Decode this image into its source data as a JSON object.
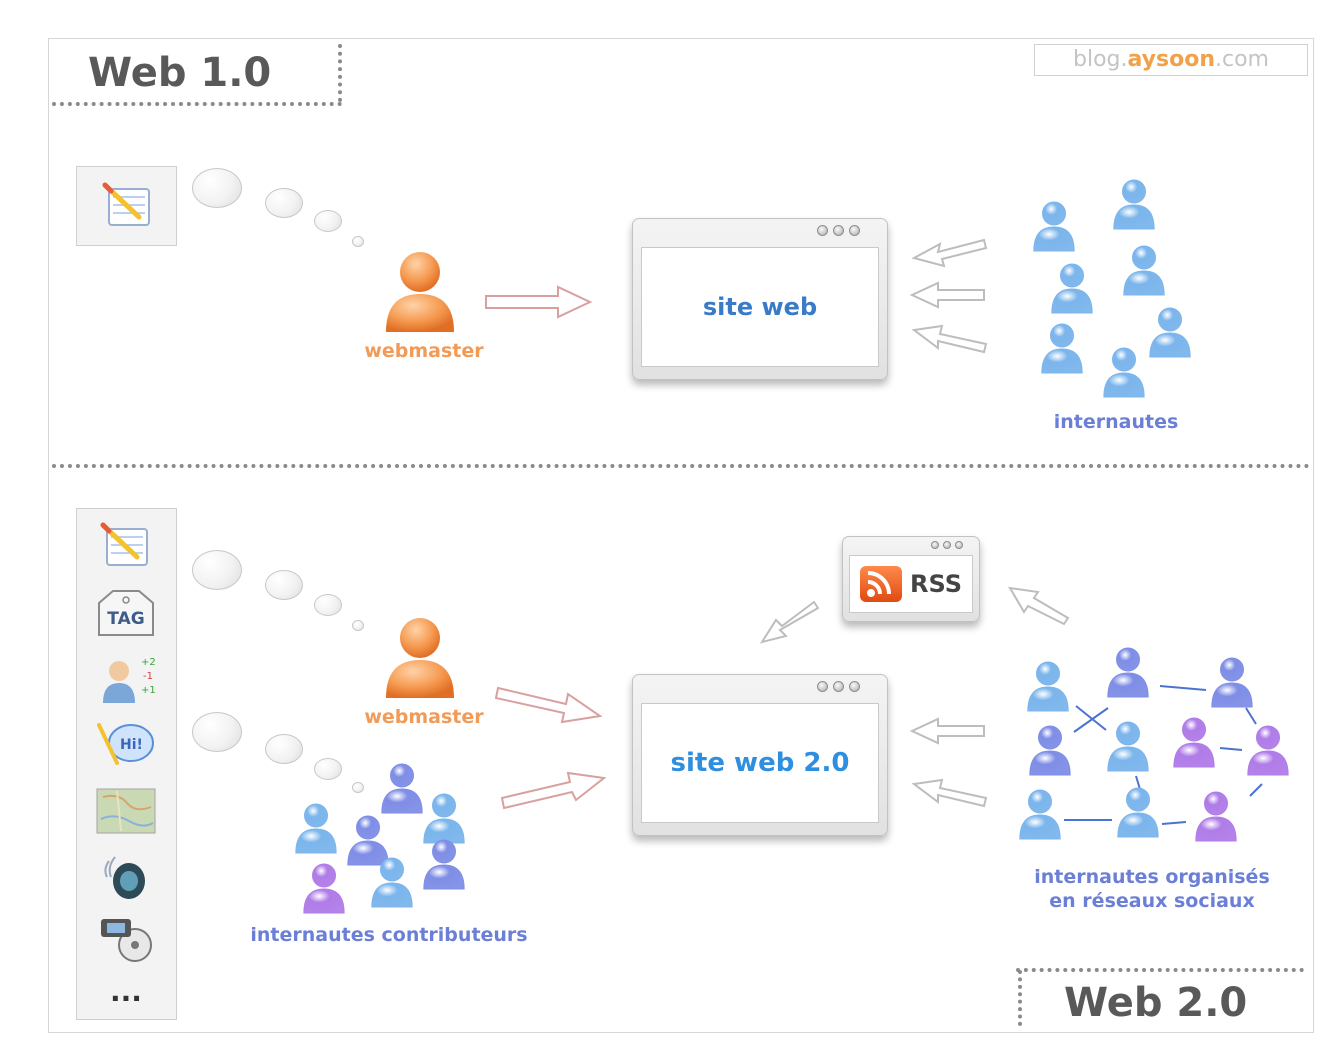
{
  "watermark": {
    "prefix": "blog.",
    "brand": "aysoon",
    "suffix": ".com"
  },
  "web1": {
    "title": "Web 1.0",
    "site_label": "site web",
    "webmaster_label": "webmaster",
    "users_label": "internautes"
  },
  "web2": {
    "title": "Web 2.0",
    "site_label": "site web 2.0",
    "webmaster_label": "webmaster",
    "contributors_label": "internautes contributeurs",
    "social_label_line1": "internautes organisés",
    "social_label_line2": "en réseaux sociaux",
    "rss_label": "RSS",
    "tool_ellipsis": "...",
    "tag_label": "TAG"
  },
  "colors": {
    "webmaster": "#f29a57",
    "user_blue": "#7bb5ec",
    "user_indigo": "#7f8ee6",
    "user_purple": "#b07ce8",
    "text_blue": "#6b7fd6",
    "site_blue": "#3a7bc8",
    "arrow_outline": "#d9a0a0",
    "arrow_gray": "#bdbdbd"
  },
  "icons": {
    "web1_tools": [
      "notepad-pencil-icon"
    ],
    "web2_tools": [
      "notepad-pencil-icon",
      "tag-icon",
      "vote-user-icon",
      "chat-bubble-icon",
      "map-icon",
      "speaker-icon",
      "video-film-icon"
    ]
  }
}
